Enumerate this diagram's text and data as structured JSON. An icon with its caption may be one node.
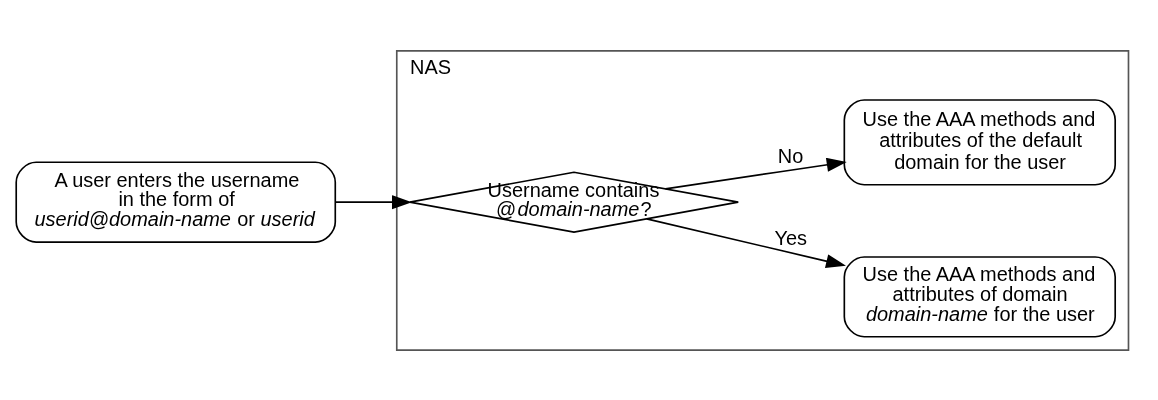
{
  "diagram": {
    "nodes": [
      {
        "text": [
          "NAS"
        ]
      },
      {
        "text": [
          "A user enters the username in the form of *userid@domain-name* or *userid*"
        ]
      },
      {
        "text": [
          "Username contains @*domain-name*?"
        ],
        "in": 0
      },
      {
        "text": [
          "Use the AAA methods and attributes of domain *domain-name* for the user"
        ],
        "in": 0
      },
      {
        "text": [
          "Use the AAA methods and attributes of the default domain for the user"
        ],
        "in": 0
      }
    ],
    "edges": [
      {
        "from": 1,
        "to": 2,
        "arrow": "to"
      },
      {
        "from": 2,
        "to": 3,
        "arrow": "to",
        "label": "Yes"
      },
      {
        "from": 2,
        "to": 4,
        "arrow": "to",
        "label": "No"
      }
    ]
  }
}
